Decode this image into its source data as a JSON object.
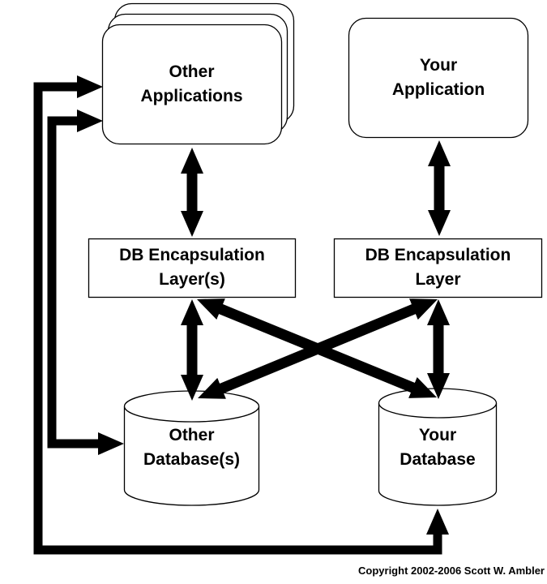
{
  "diagram": {
    "colors": {
      "ink": "#000000",
      "background": "#ffffff"
    },
    "nodes": {
      "other_applications": {
        "shape": "stacked-rounded-rect",
        "lines": [
          "Other",
          "Applications"
        ]
      },
      "your_application": {
        "shape": "rounded-rect",
        "lines": [
          "Your",
          "Application"
        ]
      },
      "db_encapsulation_layers": {
        "shape": "rect",
        "lines": [
          "DB Encapsulation",
          "Layer(s)"
        ]
      },
      "db_encapsulation_layer": {
        "shape": "rect",
        "lines": [
          "DB Encapsulation",
          "Layer"
        ]
      },
      "other_databases": {
        "shape": "database-cylinder",
        "lines": [
          "Other",
          "Database(s)"
        ]
      },
      "your_database": {
        "shape": "database-cylinder",
        "lines": [
          "Your",
          "Database"
        ]
      }
    },
    "edges": [
      {
        "from": "Other Applications",
        "to": "DB Encapsulation Layer(s)",
        "style": "double-arrow-vertical"
      },
      {
        "from": "Your Application",
        "to": "DB Encapsulation Layer",
        "style": "double-arrow-vertical"
      },
      {
        "from": "DB Encapsulation Layer(s)",
        "to": "Other Database(s)",
        "style": "double-arrow-vertical"
      },
      {
        "from": "DB Encapsulation Layer",
        "to": "Your Database",
        "style": "double-arrow-vertical"
      },
      {
        "from": "DB Encapsulation Layer(s)",
        "to": "Your Database",
        "style": "double-arrow-diagonal"
      },
      {
        "from": "DB Encapsulation Layer",
        "to": "Other Database(s)",
        "style": "double-arrow-diagonal"
      },
      {
        "from": "Other Applications",
        "to": "Other Database(s)",
        "style": "thick-elbow-double-arrow"
      },
      {
        "from": "Other Applications",
        "to": "Your Database",
        "style": "thick-elbow-double-arrow"
      }
    ]
  },
  "footer": {
    "copyright": "Copyright 2002-2006 Scott W. Ambler"
  }
}
